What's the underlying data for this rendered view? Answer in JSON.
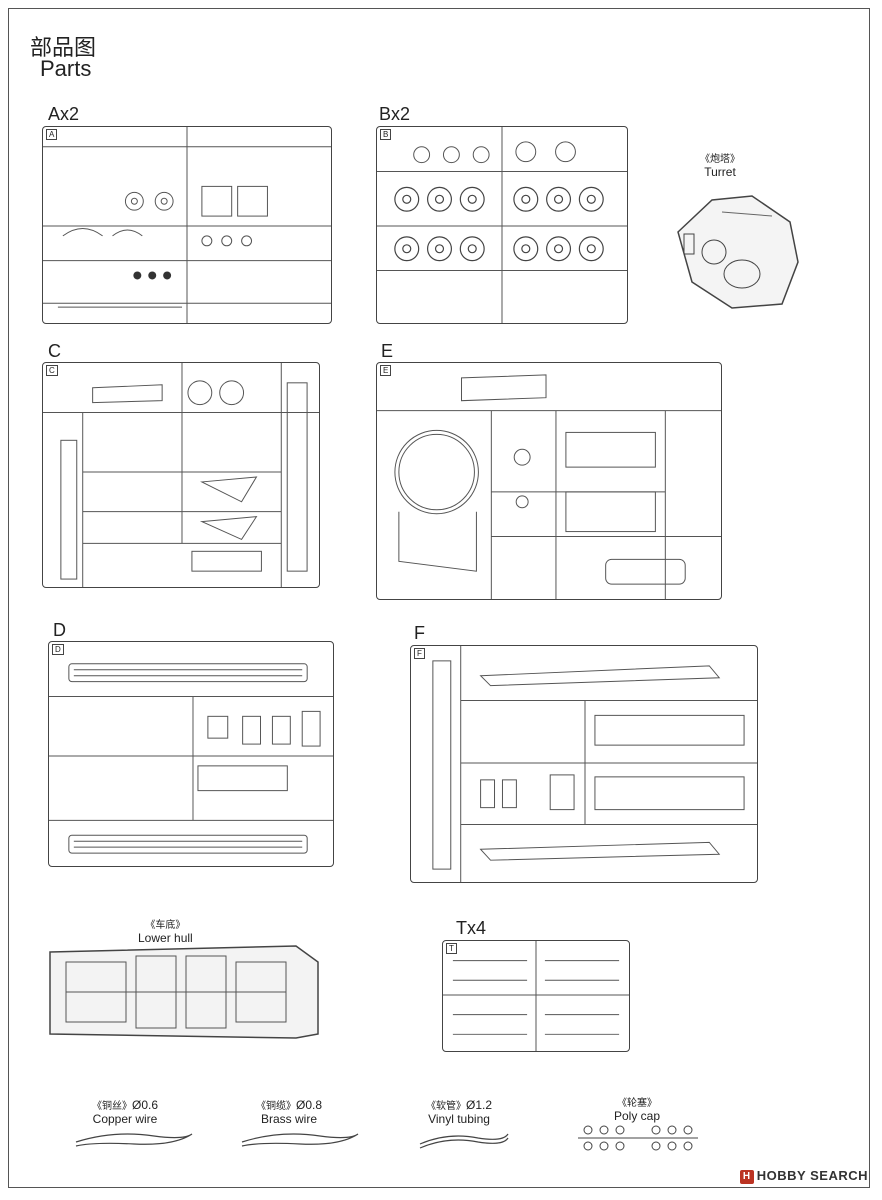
{
  "header": {
    "title_cn": "部品图",
    "title_en": "Parts"
  },
  "sprues": {
    "A": {
      "label": "Ax2",
      "id": "A"
    },
    "B": {
      "label": "Bx2",
      "id": "B"
    },
    "C": {
      "label": "C",
      "id": "C"
    },
    "E": {
      "label": "E",
      "id": "E"
    },
    "D": {
      "label": "D",
      "id": "D"
    },
    "F": {
      "label": "F",
      "id": "F"
    },
    "T": {
      "label": "Tx4",
      "id": "T"
    }
  },
  "assemblies": {
    "turret": {
      "cn": "《炮塔》",
      "en": "Turret"
    },
    "lower_hull": {
      "cn": "《车底》",
      "en": "Lower  hull"
    }
  },
  "materials": {
    "copper": {
      "cn": "《铜丝》",
      "size": "Ø0.6",
      "en": "Copper  wire"
    },
    "brass": {
      "cn": "《铜缆》",
      "size": "Ø0.8",
      "en": "Brass wire"
    },
    "vinyl": {
      "cn": "《软管》",
      "size": "Ø1.2",
      "en": "Vinyl tubing"
    },
    "polycap": {
      "cn": "《轮塞》",
      "en": "Poly cap"
    }
  },
  "watermark": {
    "text": "HOBBY SEARCH",
    "logo": "H"
  }
}
